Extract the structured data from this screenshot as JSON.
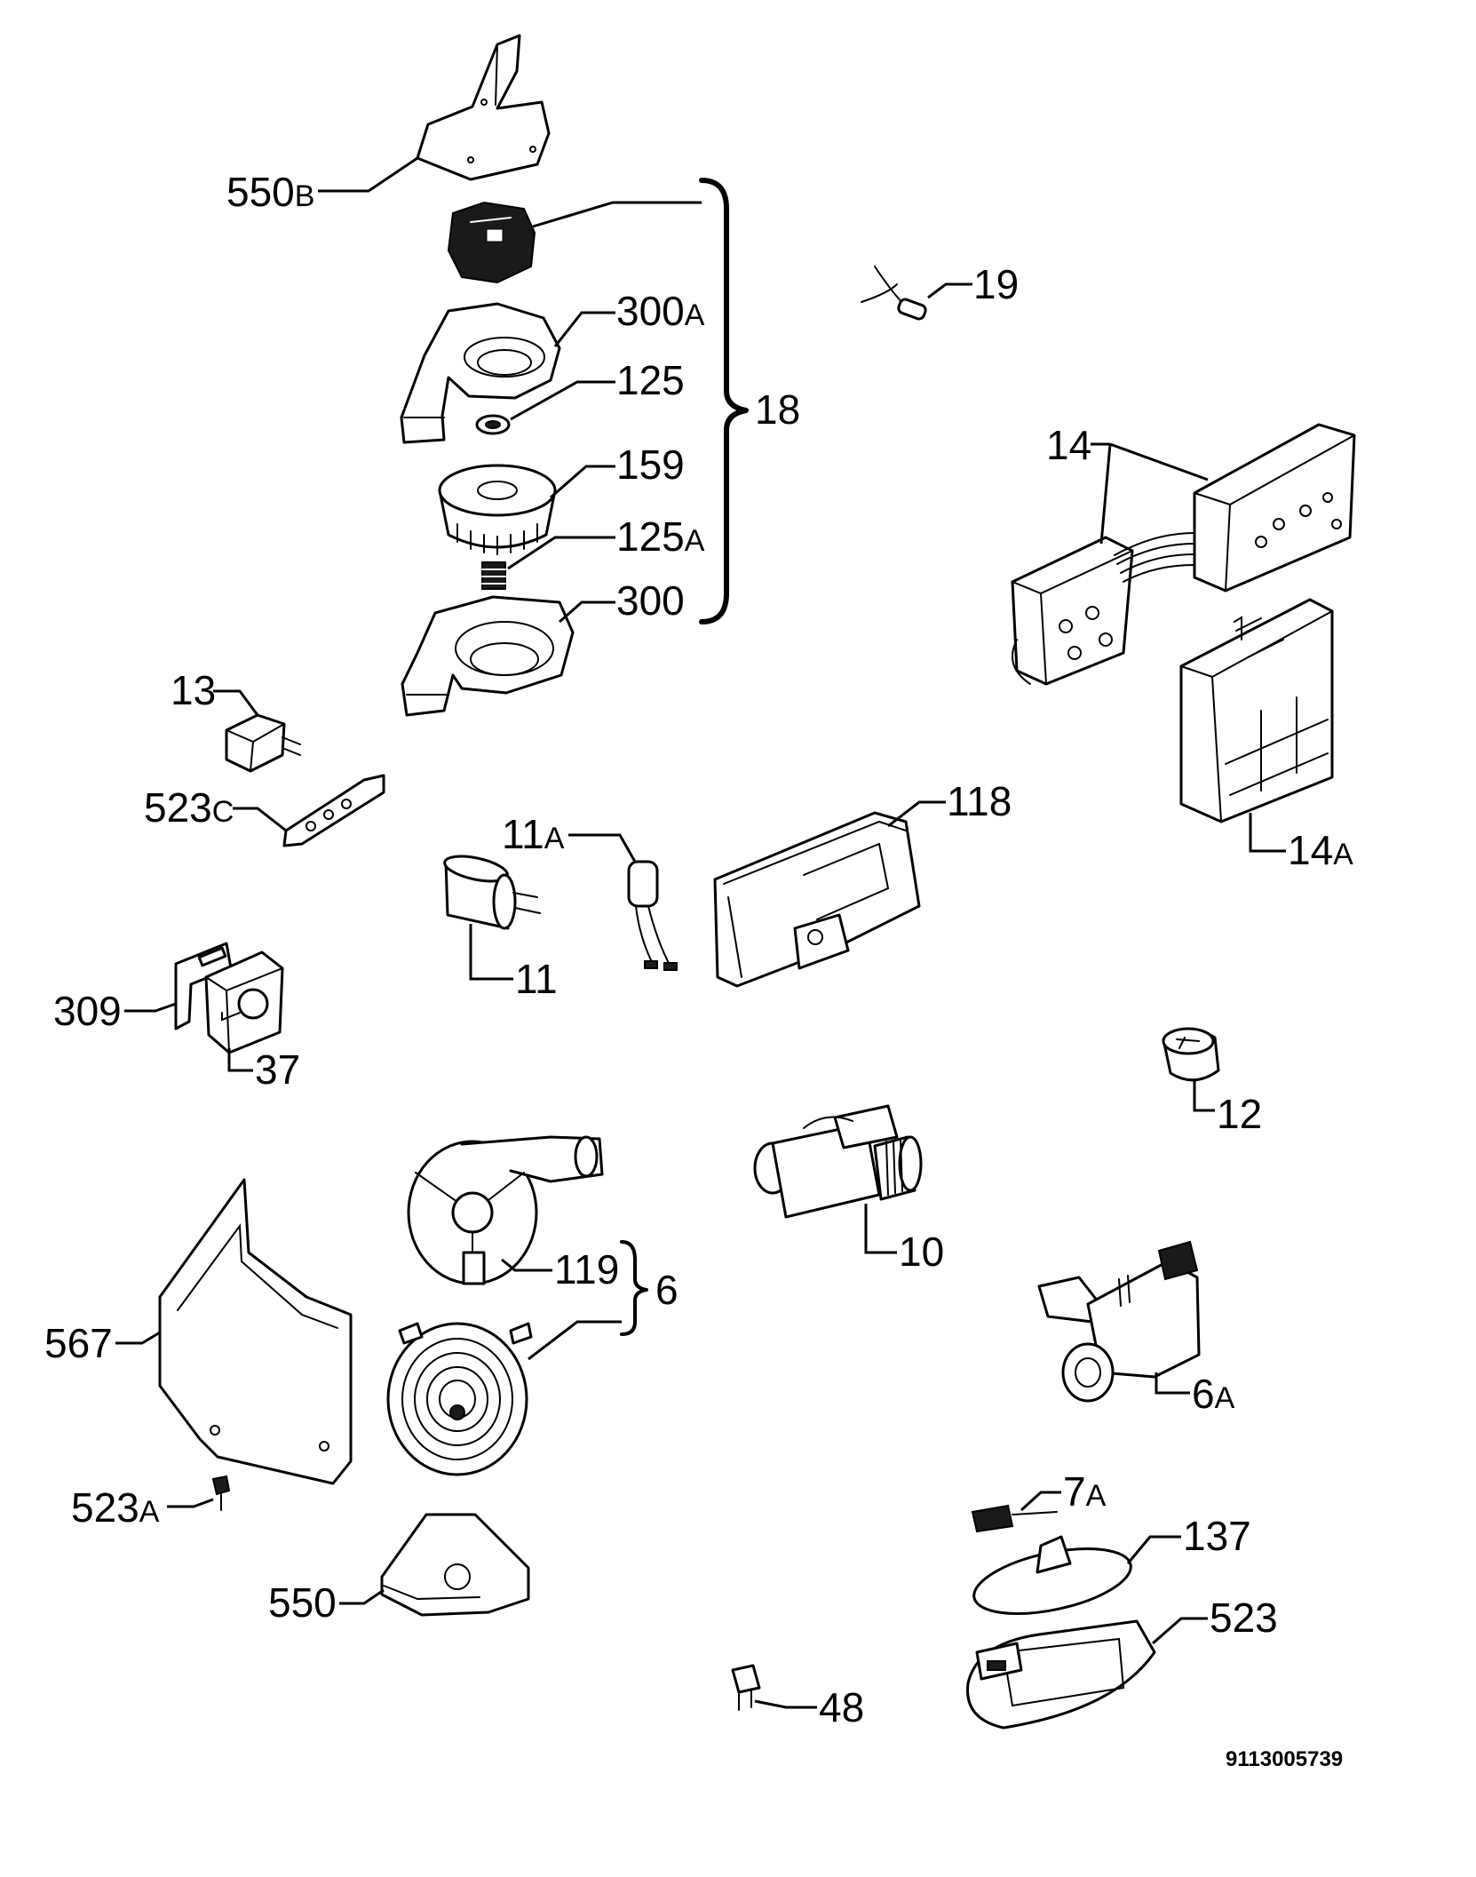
{
  "labels": {
    "p550b_num": "550",
    "p550b_suf": "B",
    "p300a_num": "300",
    "p300a_suf": "A",
    "p125": "125",
    "p18": "18",
    "p159": "159",
    "p125a_num": "125",
    "p125a_suf": "A",
    "p300": "300",
    "p19": "19",
    "p14": "14",
    "p13": "13",
    "p523c_num": "523",
    "p523c_suf": "C",
    "p11a_num": "11",
    "p11a_suf": "A",
    "p118": "118",
    "p14a_num": "14",
    "p14a_suf": "A",
    "p11": "11",
    "p309": "309",
    "p37": "37",
    "p12": "12",
    "p10": "10",
    "p119": "119",
    "p6": "6",
    "p567": "567",
    "p6a_num": "6",
    "p6a_suf": "A",
    "p523a_num": "523",
    "p523a_suf": "A",
    "p7a_num": "7",
    "p7a_suf": "A",
    "p137": "137",
    "p550": "550",
    "p523": "523",
    "p48": "48"
  },
  "document_id": "9113005739"
}
